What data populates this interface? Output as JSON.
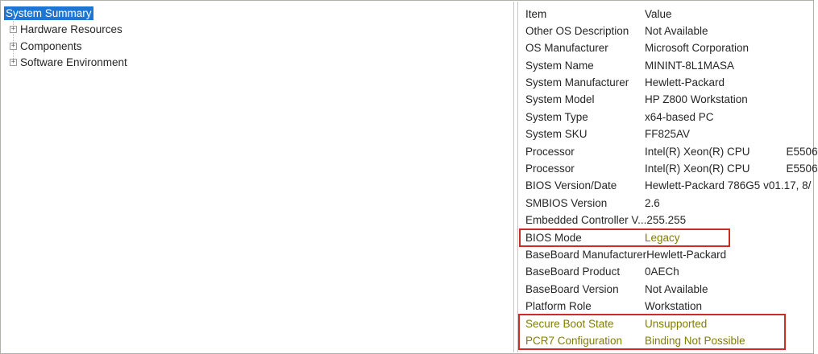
{
  "tree": {
    "items": [
      {
        "label": "System Summary",
        "selected": true,
        "expandable": false
      },
      {
        "label": "Hardware Resources",
        "selected": false,
        "expandable": true
      },
      {
        "label": "Components",
        "selected": false,
        "expandable": true
      },
      {
        "label": "Software Environment",
        "selected": false,
        "expandable": true
      }
    ],
    "expander_glyph": "+"
  },
  "details": {
    "columns": {
      "item": "Item",
      "value": "Value"
    },
    "rows": [
      {
        "item": "Other OS Description",
        "value": "Not Available"
      },
      {
        "item": "OS Manufacturer",
        "value": "Microsoft Corporation"
      },
      {
        "item": "System Name",
        "value": "MININT-8L1MASA"
      },
      {
        "item": "System Manufacturer",
        "value": "Hewlett-Packard"
      },
      {
        "item": "System Model",
        "value": "HP Z800 Workstation"
      },
      {
        "item": "System Type",
        "value": "x64-based PC"
      },
      {
        "item": "System SKU",
        "value": "FF825AV"
      },
      {
        "item": "Processor",
        "value": "Intel(R) Xeon(R) CPU            E5506"
      },
      {
        "item": "Processor",
        "value": "Intel(R) Xeon(R) CPU            E5506"
      },
      {
        "item": "BIOS Version/Date",
        "value": "Hewlett-Packard 786G5 v01.17, 8/"
      },
      {
        "item": "SMBIOS Version",
        "value": "2.6"
      },
      {
        "item": "Embedded Controller V...",
        "value": "255.255"
      },
      {
        "item": "BIOS Mode",
        "value": "Legacy",
        "value_highlight": true
      },
      {
        "item": "BaseBoard Manufacturer",
        "value": "Hewlett-Packard"
      },
      {
        "item": "BaseBoard Product",
        "value": "0AECh"
      },
      {
        "item": "BaseBoard Version",
        "value": "Not Available"
      },
      {
        "item": "Platform Role",
        "value": "Workstation"
      },
      {
        "item": "Secure Boot State",
        "value": "Unsupported",
        "row_highlight": true
      },
      {
        "item": "PCR7 Configuration",
        "value": "Binding Not Possible",
        "row_highlight": true
      }
    ]
  },
  "annotations": {
    "boxes": [
      {
        "name": "bios-mode-highlight",
        "around": "BIOS Mode / Legacy"
      },
      {
        "name": "secure-boot-highlight",
        "around": "Secure Boot State + PCR7 Configuration rows"
      }
    ]
  },
  "colors": {
    "selection_blue": "#1e76d4",
    "highlight_text_olive": "#827d00",
    "annotation_red": "#cd2b24"
  }
}
